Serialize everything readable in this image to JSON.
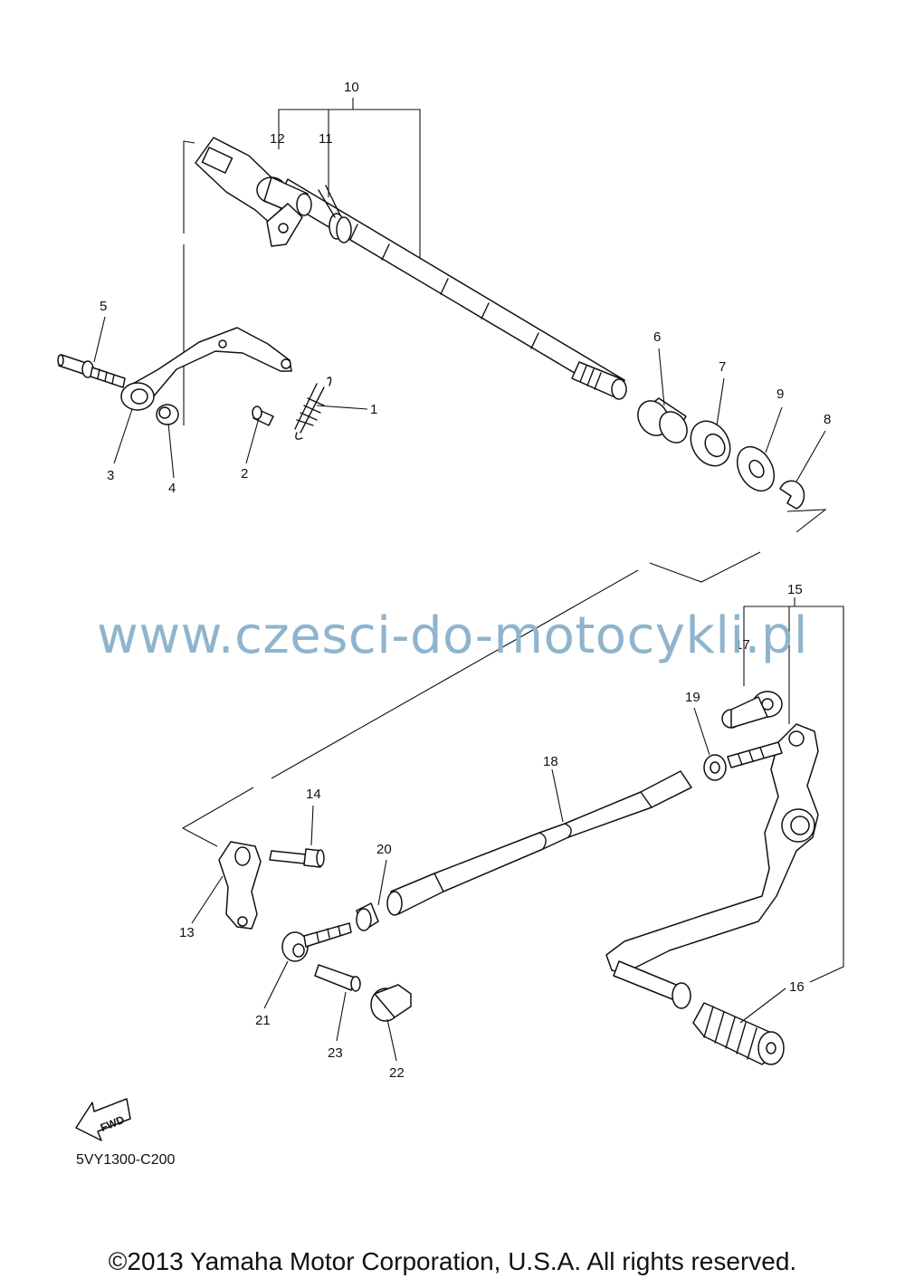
{
  "diagram": {
    "watermark": "www.czesci-do-motocykli.pl",
    "code": "5VY1300-C200",
    "copyright": "©2013 Yamaha Motor Corporation, U.S.A. All rights reserved.",
    "fwd_label": "FWD",
    "labels": [
      "1",
      "2",
      "3",
      "4",
      "5",
      "6",
      "7",
      "8",
      "9",
      "10",
      "11",
      "12",
      "13",
      "14",
      "15",
      "16",
      "17",
      "18",
      "19",
      "20",
      "21",
      "22",
      "23"
    ]
  }
}
